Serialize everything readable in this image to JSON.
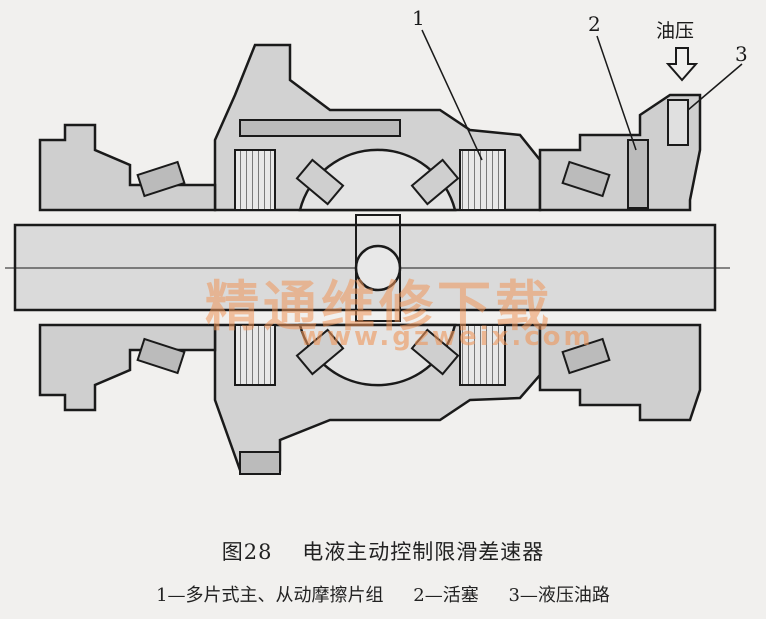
{
  "callouts": {
    "one": "1",
    "two": "2",
    "three": "3",
    "oil_pressure": "油压"
  },
  "watermark": {
    "main": "精通维修下载",
    "url": "www.gzweix.com"
  },
  "caption": {
    "figure_number": "图28",
    "title": "电液主动控制限滑差速器"
  },
  "legend": [
    "1—多片式主、从动摩擦片组",
    "2—活塞",
    "3—液压油路"
  ]
}
